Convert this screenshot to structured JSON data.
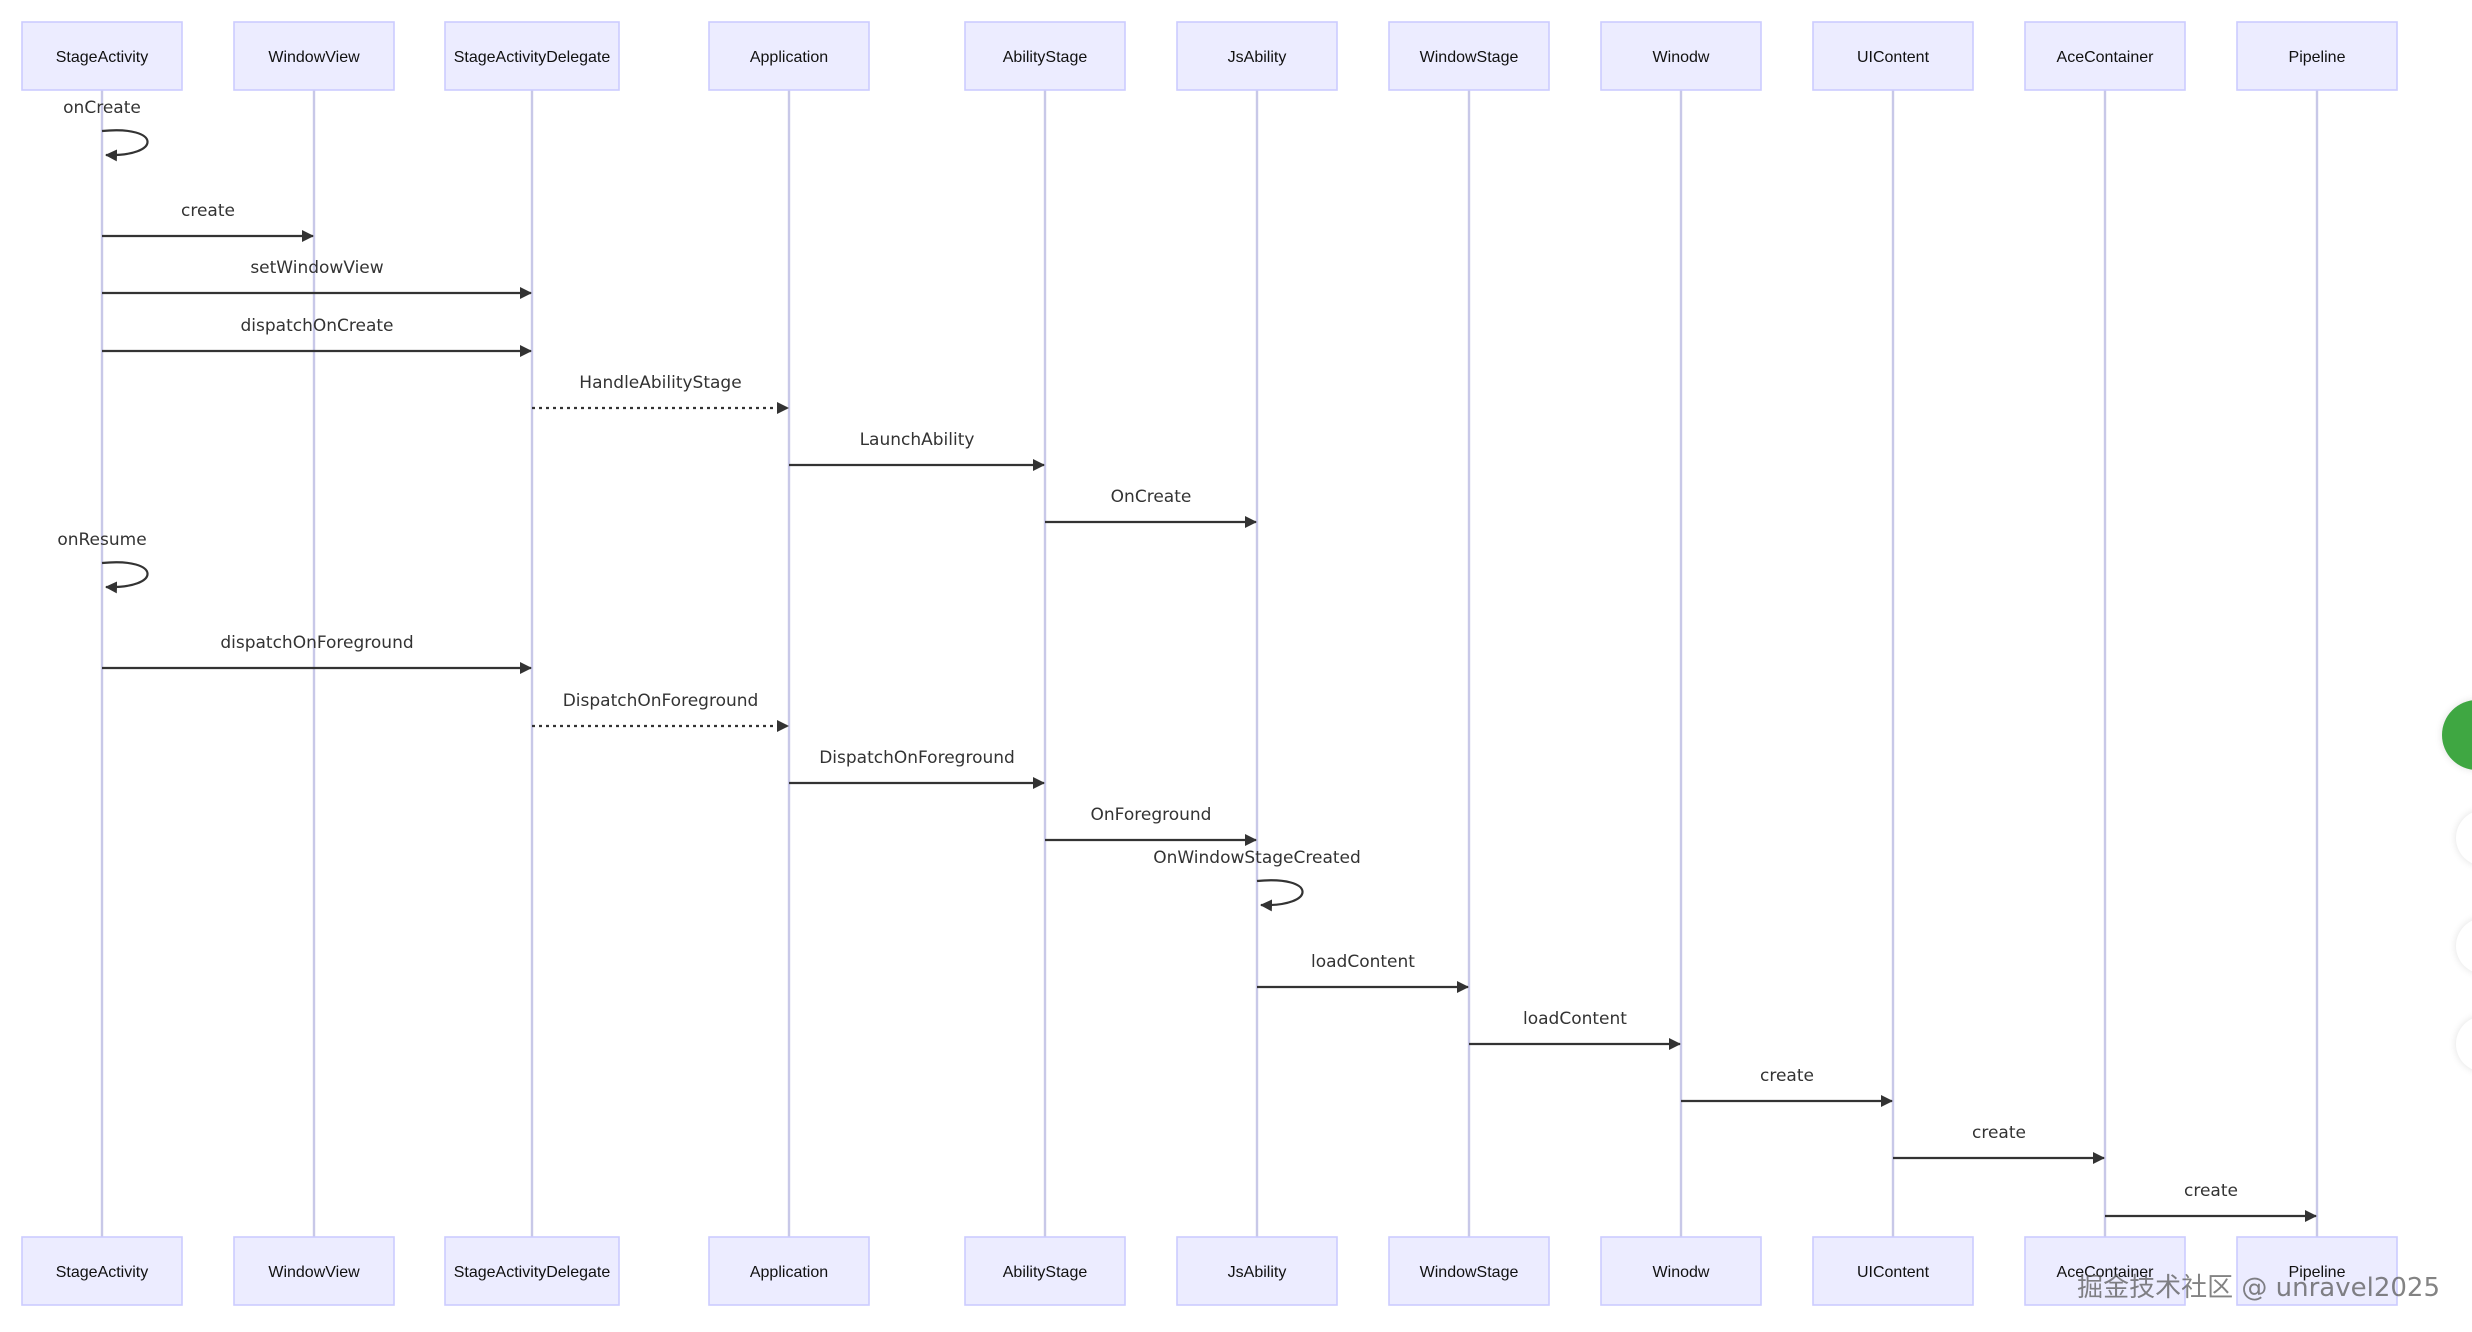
{
  "diagram": {
    "type": "sequence",
    "participants": [
      "StageActivity",
      "WindowView",
      "StageActivityDelegate",
      "Application",
      "AbilityStage",
      "JsAbility",
      "WindowStage",
      "Winodw",
      "UIContent",
      "AceContainer",
      "Pipeline"
    ],
    "messages": [
      {
        "from": "StageActivity",
        "to": "StageActivity",
        "label": "onCreate",
        "style": "solid"
      },
      {
        "from": "StageActivity",
        "to": "WindowView",
        "label": "create",
        "style": "solid"
      },
      {
        "from": "StageActivity",
        "to": "StageActivityDelegate",
        "label": "setWindowView",
        "style": "solid"
      },
      {
        "from": "StageActivity",
        "to": "StageActivityDelegate",
        "label": "dispatchOnCreate",
        "style": "solid"
      },
      {
        "from": "StageActivityDelegate",
        "to": "Application",
        "label": "HandleAbilityStage",
        "style": "dotted"
      },
      {
        "from": "Application",
        "to": "AbilityStage",
        "label": "LaunchAbility",
        "style": "solid"
      },
      {
        "from": "AbilityStage",
        "to": "JsAbility",
        "label": "OnCreate",
        "style": "solid"
      },
      {
        "from": "StageActivity",
        "to": "StageActivity",
        "label": "onResume",
        "style": "solid"
      },
      {
        "from": "StageActivity",
        "to": "StageActivityDelegate",
        "label": "dispatchOnForeground",
        "style": "solid"
      },
      {
        "from": "StageActivityDelegate",
        "to": "Application",
        "label": "DispatchOnForeground",
        "style": "dotted"
      },
      {
        "from": "Application",
        "to": "AbilityStage",
        "label": "DispatchOnForeground",
        "style": "solid"
      },
      {
        "from": "AbilityStage",
        "to": "JsAbility",
        "label": "OnForeground",
        "style": "solid"
      },
      {
        "from": "JsAbility",
        "to": "JsAbility",
        "label": "OnWindowStageCreated",
        "style": "solid"
      },
      {
        "from": "JsAbility",
        "to": "WindowStage",
        "label": "loadContent",
        "style": "solid"
      },
      {
        "from": "WindowStage",
        "to": "Winodw",
        "label": "loadContent",
        "style": "solid"
      },
      {
        "from": "Winodw",
        "to": "UIContent",
        "label": "create",
        "style": "solid"
      },
      {
        "from": "UIContent",
        "to": "AceContainer",
        "label": "create",
        "style": "solid"
      },
      {
        "from": "AceContainer",
        "to": "Pipeline",
        "label": "create",
        "style": "solid"
      }
    ],
    "colors": {
      "actor_fill": "#ececff",
      "actor_border": "#ccccff",
      "lifeline": "#c8c8e8",
      "arrow": "#333333"
    }
  },
  "watermark": "掘金技术社区 @ unravel2025"
}
